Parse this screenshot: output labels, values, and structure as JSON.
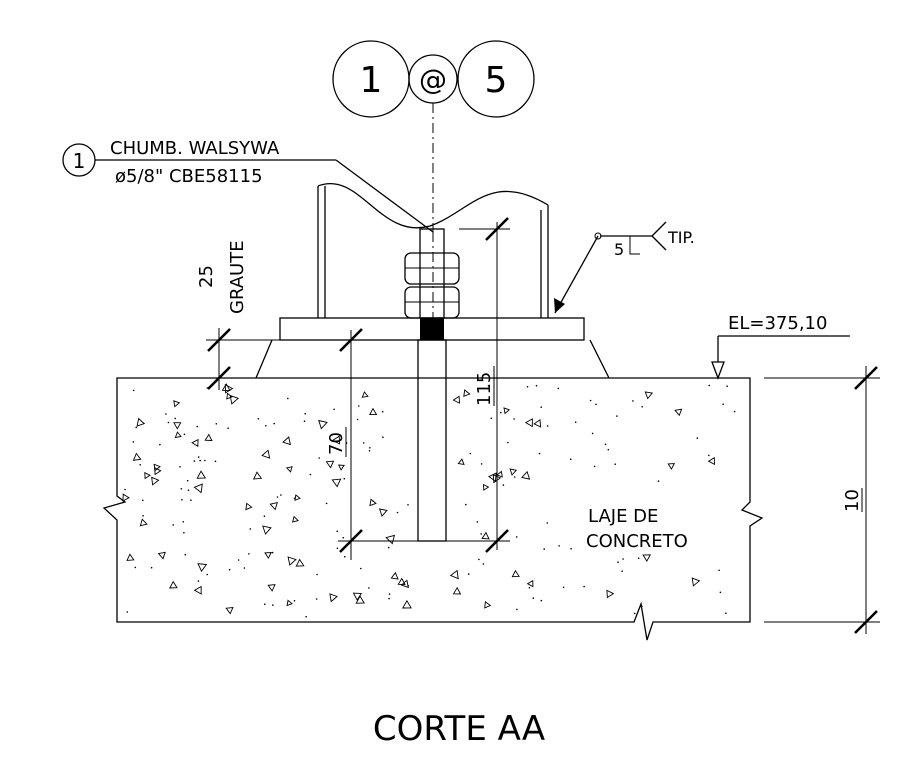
{
  "grid_bubble": {
    "left": "1",
    "at": "@",
    "right": "5"
  },
  "callout": {
    "number": "1",
    "line1": "CHUMB. WALSYWA",
    "line2": "ø5/8\" CBE58115"
  },
  "weld": {
    "size": "5",
    "note": "TIP."
  },
  "elevation": "EL=375,10",
  "dimensions": {
    "grout_value": "25",
    "grout_label": "GRAUTE",
    "embed_70": "70",
    "embed_115": "115",
    "slab_10": "10"
  },
  "slab_label": {
    "line1": "LAJE DE",
    "line2": "CONCRETO"
  },
  "title": "CORTE AA"
}
